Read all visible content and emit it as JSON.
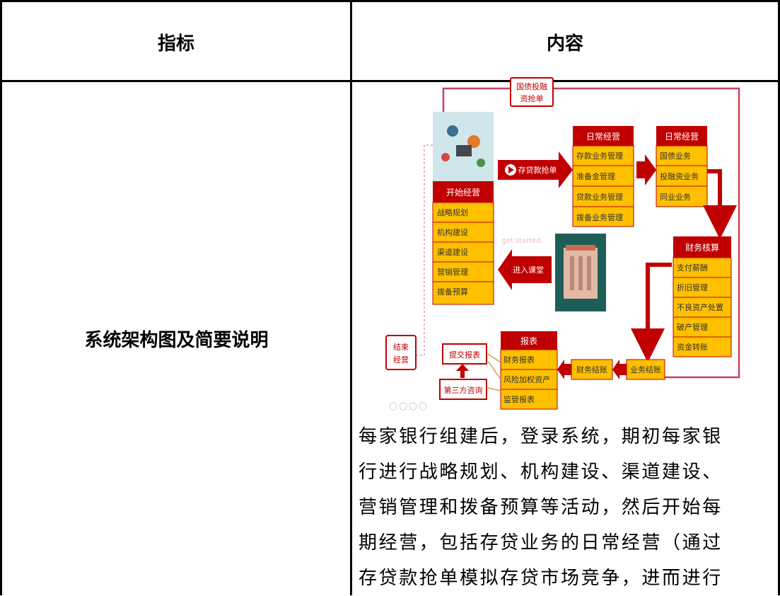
{
  "table": {
    "header": {
      "col1": "指标",
      "col2": "内容"
    },
    "row": {
      "label": "系统架构图及简要说明"
    }
  },
  "diagram": {
    "top_box": [
      "国债投融",
      "资抢单"
    ],
    "start": {
      "title": "开始经营",
      "items": [
        "战略规划",
        "机构建设",
        "渠道建设",
        "营销管理",
        "拨备预算"
      ]
    },
    "arrow_deposit": "存贷款抢单",
    "daily1": {
      "title": "日常经营",
      "items": [
        "存款业务管理",
        "准备金管理",
        "贷款业务管理",
        "拨备业务管理"
      ]
    },
    "daily2": {
      "title": "日常经营",
      "items": [
        "国债业务",
        "投融资业务",
        "同业业务"
      ]
    },
    "finance": {
      "title": "财务核算",
      "items": [
        "支付薪酬",
        "折旧管理",
        "不良资产处置",
        "破产管理",
        "资金转账"
      ]
    },
    "arrow_class": "进入课堂",
    "get_started": "get started",
    "report": {
      "title": "报表",
      "items": [
        "财务报表",
        "风险加权资产",
        "监管报表"
      ]
    },
    "settle_business": "业务结账",
    "settle_finance": "财务结账",
    "submit_report": "提交报表",
    "third_party": "第三方咨询",
    "end": [
      "结束",
      "经营"
    ],
    "colors": {
      "red": "#c00000",
      "yellow": "#ffc000",
      "line": "#c8405e"
    }
  },
  "description": {
    "lines": [
      "每家银行组建后，登录系统，期初每家银",
      "行进行战略规划、机构建设、渠道建设、",
      "营销管理和拨备预算等活动，然后开始每",
      "期经营，包括存贷业务的日常经营（通过",
      "存贷款抢单模拟存贷市场竞争，进而进行"
    ]
  }
}
